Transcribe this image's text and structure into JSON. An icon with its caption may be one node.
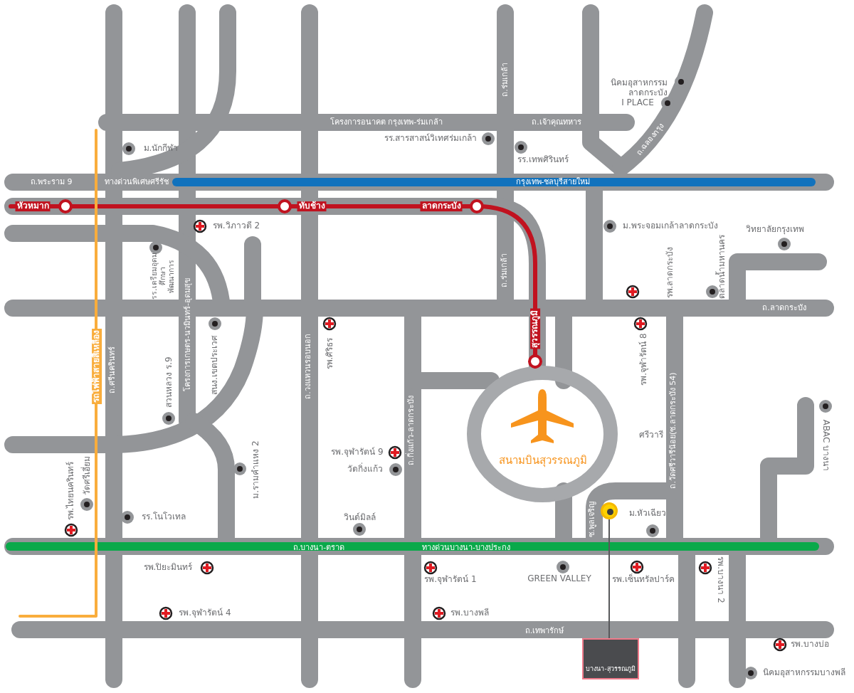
{
  "diagram": {
    "nodes": [
      {
        "text": [],
        "shape": "circle"
      },
      {
        "text": [
          "บางนา-สุวรรณภูมิ"
        ]
      }
    ],
    "edges": [
      {
        "from": 0,
        "to": 1,
        "arrow": "none"
      }
    ],
    "labels": [
      "นิคมอุสาหกรรม ลาดกระบัง",
      "I PLACE",
      "ถ.ร่มเกล้า",
      "โครงการอนาคต กรุงเทพ-ร่มเกล้า",
      "ถ.เจ้าคุณทหาร",
      "ถ.ฉลองกรุง",
      "ม.นักกีฬา",
      "รร.สารสาสน์วิเทศร่มเกล้า",
      "รร.เทพศิรินทร์",
      "ถ.พระราม 9",
      "ทางด่วนพิเศษศรีรัช",
      "กรุงเทพ-ชลบุรีสายใหม่",
      "หัวหมาก",
      "ทับช้าง",
      "ลาดกระบัง",
      "รพ.วิภาวดี 2",
      "ม.พระจอมเกล้าลาดกระบัง",
      "วิทยาลัยกรุงเทพ",
      "รร.เตรียมอุดม ศึกษาพัฒนาการ",
      "โครงการเกษตร-นวมินทร์-อุดมสุข",
      "ถ.ร่มเกล้า",
      "รพ.ลาดกระบัง",
      "ตลาดน้ำมหานคร",
      "ถ.ลาดกระบัง",
      "สุวรรณภูมิ",
      "รถไฟฟ้าสายสีเหลือง",
      "ถ.ศรีนครินทร์",
      "สวนหลวง ร.9",
      "สนง.เขตประเวศ",
      "ถ.วงแหวนรอบนอก",
      "รพ.ศิริธร",
      "รพ.จุฬารัตน์ 8",
      "ศรีวารี",
      "ถ.วัดศรีวารีน้อย(ซ.ลาดกระบัง 54)",
      "ถ.กิ่งแก้ว-ลาดกระบัง",
      "สนามบินสุวรรณภูมิ",
      "รพ.จุฬารัตน์ 9",
      "วัดกิ่งแก้ว",
      "ม.รามคำแหง 2",
      "ABAC บางนา",
      "รพ.ไทยนครินทร์",
      "วัดศรีเอี่ยม",
      "รร.โนโวเทล",
      "วินด์มิลล์",
      "ซ.พูลเจริญ",
      "ม.หัวเฉียว",
      "ถ.บางนา-ตราด",
      "ทางด่วนบางนา-บางประกง",
      "รพ.ปิยะมินทร์",
      "รพ.จุฬารัตน์ 1",
      "GREEN VALLEY",
      "รพ.เซ็นทรัลปาร์ค",
      "รพ.บางนา 2",
      "รพ.จุฬารัตน์ 4",
      "รพ.บางพลี",
      "ถ.เทพารักษ์",
      "รพ.บางบ่อ",
      "นิคมอุสาหกรรมบางพลี"
    ]
  }
}
